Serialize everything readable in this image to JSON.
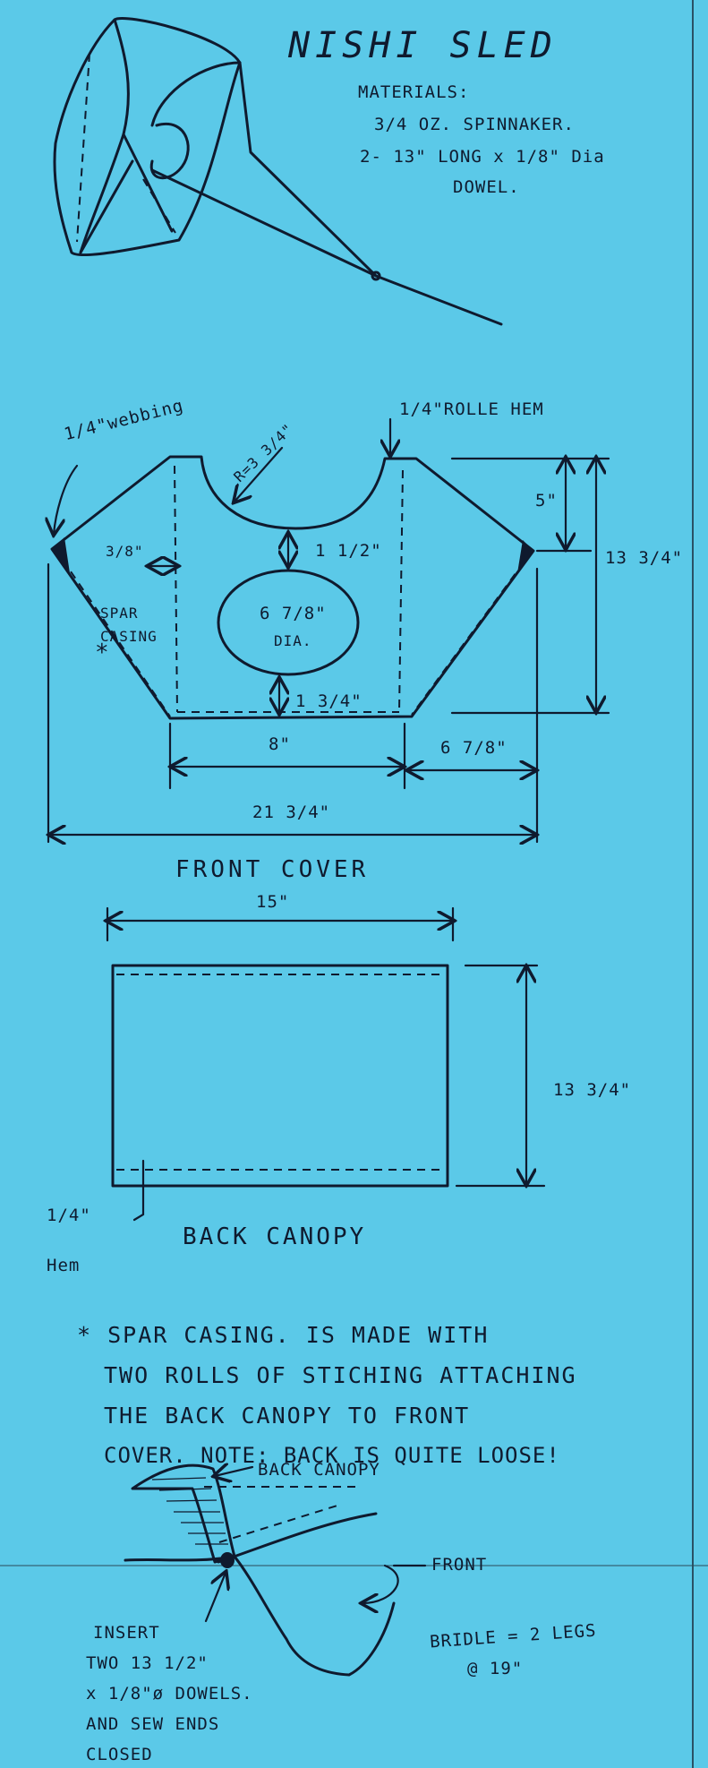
{
  "title": "NISHI SLED",
  "materials": {
    "heading": "MATERIALS:",
    "items": [
      "3/4 OZ. SPINNAKER.",
      "2- 13\" LONG x 1/8\" Dia",
      "DOWEL."
    ]
  },
  "front_cover": {
    "caption": "FRONT COVER",
    "label_webbing": "1/4\"webbing",
    "label_rolle_hem": "1/4\"ROLLE HEM",
    "label_radius": "R=3 3/4\"",
    "label_neck": "1 1/2\"",
    "label_5in": "5\"",
    "label_height": "13 3/4\"",
    "label_casing_width": "3/8\"",
    "label_spar_casing": "SPAR CASING",
    "asterisk": "*",
    "label_hole_dia": "6 7/8\"",
    "label_hole_dia_sub": "DIA.",
    "label_bottom_gap": "1 3/4\"",
    "label_base": "8\"",
    "label_wing": "6 7/8\"",
    "label_total_width": "21 3/4\""
  },
  "back_canopy": {
    "caption": "BACK CANOPY",
    "label_width": "15\"",
    "label_height": "13 3/4\"",
    "label_hem": "1/4\"",
    "label_hem_word": "Hem"
  },
  "spar_note": {
    "lines": [
      "* SPAR CASING. IS MADE WITH",
      "TWO ROLLS OF STICHING ATTACHING",
      "THE BACK CANOPY TO FRONT",
      "COVER. NOTE: BACK IS QUITE LOOSE!"
    ]
  },
  "detail": {
    "label_back_canopy": "BACK CANOPY",
    "label_front": "FRONT",
    "insert_lines": [
      "INSERT",
      "TWO 13 1/2\"",
      "x 1/8\"ø DOWELS.",
      "AND SEW ENDS",
      "CLOSED"
    ],
    "bridle_lines": [
      "BRIDLE = 2 LEGS",
      "@ 19\""
    ]
  }
}
